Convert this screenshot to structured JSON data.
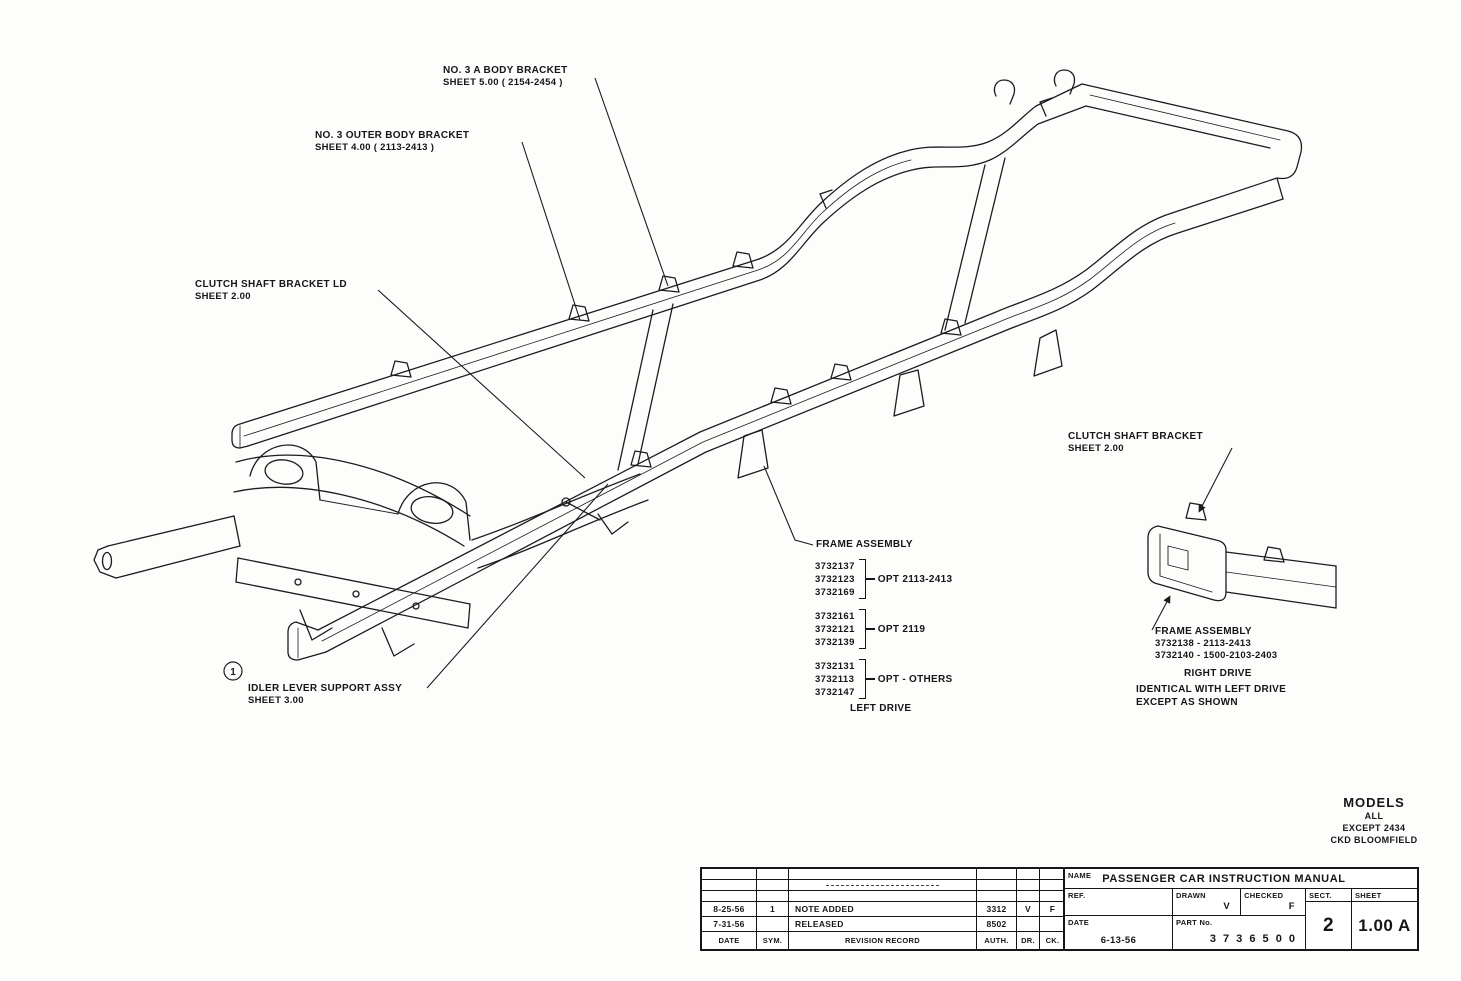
{
  "page": {
    "background": "#fdfdfc",
    "ink": "#1c1c1c"
  },
  "callouts": {
    "body_bracket_a": {
      "line1": "NO. 3 A BODY BRACKET",
      "line2": "SHEET 5.00 ( 2154-2454 )"
    },
    "outer_body_bracket": {
      "line1": "NO. 3 OUTER BODY BRACKET",
      "line2": "SHEET 4.00 ( 2113-2413 )"
    },
    "clutch_shaft_bracket_ld": {
      "line1": "CLUTCH SHAFT BRACKET LD",
      "line2": "SHEET 2.00"
    },
    "frame_assembly": {
      "label": "FRAME ASSEMBLY"
    },
    "idler_lever_support": {
      "line1": "IDLER LEVER SUPPORT ASSY",
      "line2": "SHEET 3.00"
    },
    "balloon": {
      "number": "1"
    },
    "left_drive": {
      "label": "LEFT DRIVE"
    }
  },
  "part_groups": [
    {
      "p1": "3732137",
      "p2": "3732123",
      "p3": "3732169",
      "opt": "OPT 2113-2413"
    },
    {
      "p1": "3732161",
      "p2": "3732121",
      "p3": "3732139",
      "opt": "OPT 2119"
    },
    {
      "p1": "3732131",
      "p2": "3732113",
      "p3": "3732147",
      "opt": "OPT - OTHERS"
    }
  ],
  "right_detail": {
    "clutch": {
      "line1": "CLUTCH SHAFT BRACKET",
      "line2": "SHEET 2.00"
    },
    "frame": {
      "line1": "FRAME ASSEMBLY",
      "line2": "3732138 - 2113-2413",
      "line3": "3732140 - 1500-2103-2403"
    },
    "drive": "RIGHT DRIVE",
    "note1": "IDENTICAL WITH LEFT DRIVE",
    "note2": "EXCEPT AS SHOWN"
  },
  "models": {
    "title": "MODELS",
    "line1": "ALL",
    "line2": "EXCEPT 2434",
    "line3": "CKD BLOOMFIELD"
  },
  "title_block": {
    "name_label": "NAME",
    "name_value": "PASSENGER CAR INSTRUCTION MANUAL",
    "ref_label": "REF.",
    "drawn_label": "DRAWN",
    "drawn_value": "V",
    "checked_label": "CHECKED",
    "checked_value": "F",
    "sect_label": "SECT.",
    "sect_value": "2",
    "sheet_label": "SHEET",
    "sheet_value": "1.00 A",
    "date_label": "DATE",
    "date_value": "6-13-56",
    "part_label": "PART No.",
    "part_value": "3 7 3 6 5 0 0",
    "revision": {
      "h_date": "DATE",
      "h_sym": "SYM.",
      "h_record": "REVISION RECORD",
      "h_auth": "AUTH.",
      "h_dr": "DR.",
      "h_ck": "CK.",
      "rows": [
        {
          "date": "8-25-56",
          "sym": "1",
          "record": "NOTE ADDED",
          "auth": "3312",
          "dr": "V",
          "ck": "F"
        },
        {
          "date": "7-31-56",
          "sym": "",
          "record": "RELEASED",
          "auth": "8502",
          "dr": "",
          "ck": ""
        }
      ]
    }
  }
}
